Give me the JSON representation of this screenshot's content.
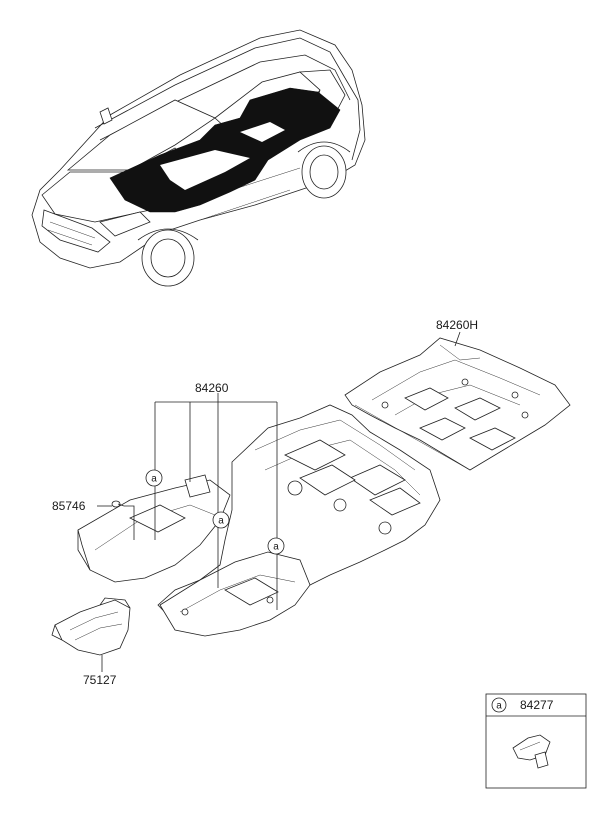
{
  "diagram": {
    "parts": [
      {
        "id": "rear_floor_carpet",
        "number": "84260H"
      },
      {
        "id": "front_floor_covering",
        "number": "84260"
      },
      {
        "id": "bolt",
        "number": "85746"
      },
      {
        "id": "foot_rest",
        "number": "75127"
      }
    ],
    "callout_symbol": "a",
    "legend": {
      "symbol": "a",
      "number": "84277"
    }
  }
}
